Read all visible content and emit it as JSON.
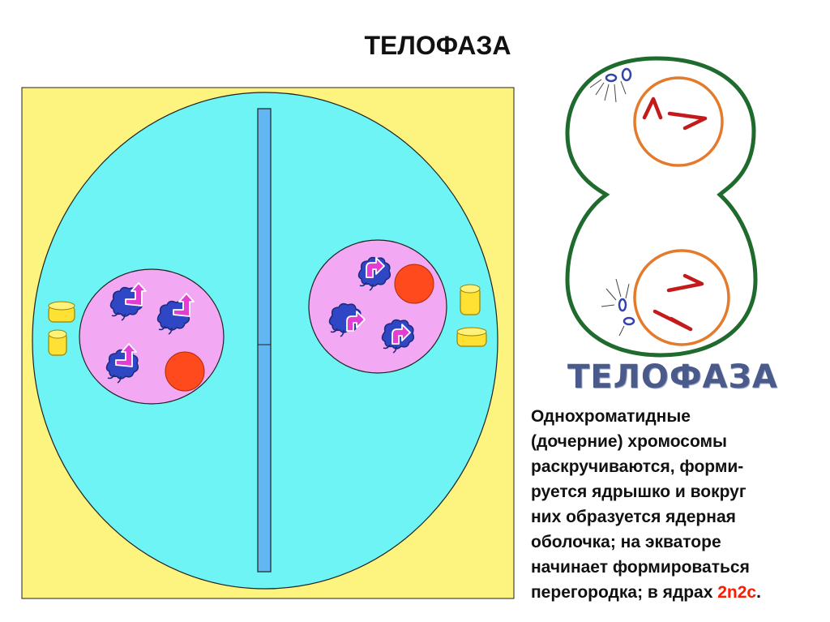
{
  "title": "ТЕЛОФАЗА",
  "side_label": "ТЕЛОФАЗА",
  "description": {
    "lines": [
      "Однохроматидные",
      "(дочерние) хромосомы",
      "раскручиваются, форми-",
      "руется ядрышко и вокруг",
      "них образуется ядерная",
      "оболочка; на экваторе",
      "начинает формироваться"
    ],
    "last_line_prefix": "перегородка; в ядрах ",
    "highlight": "2n2c",
    "last_line_suffix": "."
  },
  "colors": {
    "background_panel": "#fcf47e",
    "cell": "#6ef4f4",
    "nucleus": "#f3a8f3",
    "septum": "#62b6f2",
    "nucleolus": "#ff4a1e",
    "centriole": "#ffe133",
    "chromosome": "#2f47c4",
    "arrow": "#e33dd4",
    "cell_outline_sketch": "#1f6b2e",
    "nucleus_outline_sketch": "#e47a2c",
    "chromosome_sketch": "#c41a1a",
    "highlight": "#ff1a00"
  },
  "icons": [
    "centriole-icon",
    "chromosome-icon",
    "nucleolus-icon"
  ]
}
